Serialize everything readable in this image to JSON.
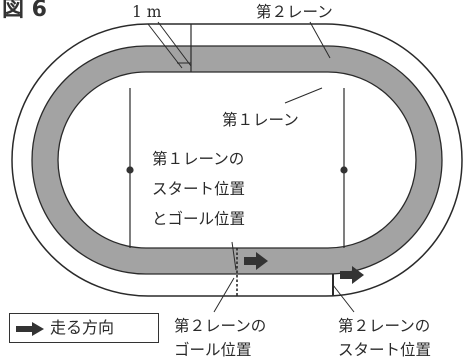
{
  "figure": {
    "title": "図 6"
  },
  "labels": {
    "width": "1 m",
    "lane2": "第２レーン",
    "lane1": "第１レーン",
    "lane1_start_goal": [
      "第１レーンの",
      "スタート位置",
      "とゴール位置"
    ],
    "lane2_goal": [
      "第２レーンの",
      "ゴール位置"
    ],
    "lane2_start": [
      "第２レーンの",
      "スタート位置"
    ]
  },
  "legend": {
    "text": "走る方向",
    "icon": "right-arrow-icon"
  },
  "colors": {
    "lane1_fill": "#a3a3a3",
    "lane2_fill": "#ffffff",
    "outline": "#2a2a2a",
    "dot": "#333333"
  }
}
